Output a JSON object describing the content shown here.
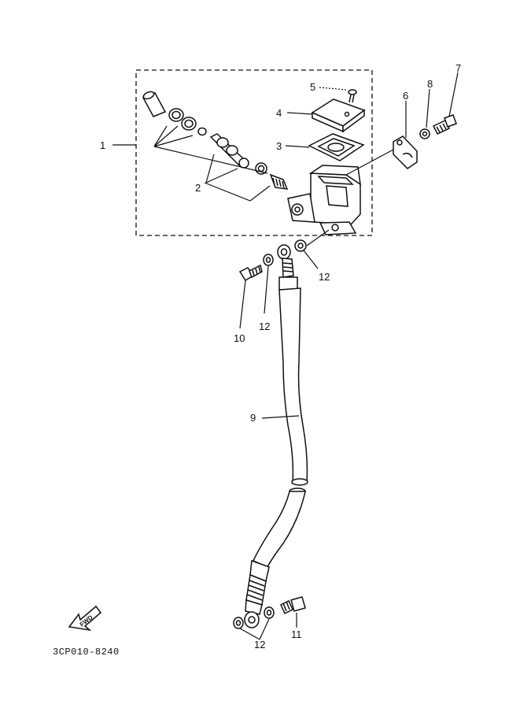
{
  "callouts": {
    "c1": "1",
    "c2": "2",
    "c3": "3",
    "c4": "4",
    "c5": "5",
    "c6": "6",
    "c7": "7",
    "c8": "8",
    "c9": "9",
    "c10": "10",
    "c11": "11",
    "c12a": "12",
    "c12b": "12",
    "c12c": "12"
  },
  "fwd_label": "FWD",
  "drawing_code": "3CP010-8240",
  "icons": {
    "direction": "fwd-arrow-icon"
  }
}
